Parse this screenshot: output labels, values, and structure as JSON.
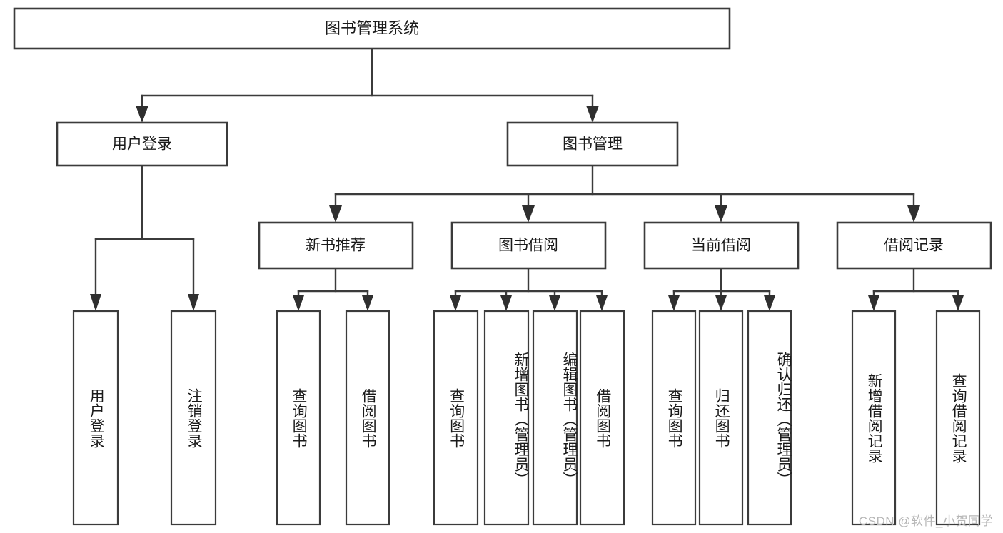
{
  "diagram": {
    "title": "图书管理系统",
    "type": "hierarchy-tree",
    "root": {
      "label": "图书管理系统"
    },
    "level1": [
      {
        "label": "用户登录"
      },
      {
        "label": "图书管理"
      }
    ],
    "level2": [
      {
        "label": "新书推荐",
        "parent": "图书管理"
      },
      {
        "label": "图书借阅",
        "parent": "图书管理"
      },
      {
        "label": "当前借阅",
        "parent": "图书管理"
      },
      {
        "label": "借阅记录",
        "parent": "图书管理"
      }
    ],
    "leaves_user_login": [
      {
        "label": "用户登录"
      },
      {
        "label": "注销登录"
      }
    ],
    "leaves_new_book": [
      {
        "label": "查询图书"
      },
      {
        "label": "借阅图书"
      }
    ],
    "leaves_borrow": [
      {
        "label": "查询图书"
      },
      {
        "label": "新增图书（管理员）"
      },
      {
        "label": "编辑图书（管理员）"
      },
      {
        "label": "借阅图书"
      }
    ],
    "leaves_current": [
      {
        "label": "查询图书"
      },
      {
        "label": "归还图书"
      },
      {
        "label": "确认归还（管理员）"
      }
    ],
    "leaves_record": [
      {
        "label": "新增借阅记录"
      },
      {
        "label": "查询借阅记录"
      }
    ],
    "watermark": "CSDN @软件_小贺同学",
    "colors": {
      "stroke": "#3b3b3b",
      "fill": "#ffffff",
      "text": "#1a1a1a",
      "watermark": "#b6b6b6"
    }
  }
}
